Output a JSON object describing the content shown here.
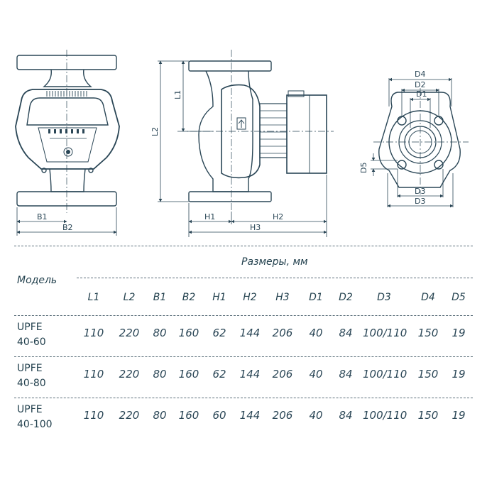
{
  "drawing": {
    "front": {
      "b1": "B1",
      "b2": "B2"
    },
    "side": {
      "l1": "L1",
      "l2": "L2",
      "h1": "H1",
      "h2": "H2",
      "h3": "H3"
    },
    "flange": {
      "d4": "D4",
      "d2": "D2",
      "d1": "D1",
      "d5": "D5",
      "d3_inner": "D3",
      "d3_outer": "D3"
    }
  },
  "table": {
    "title": "Размеры, мм",
    "model_header": "Модель",
    "columns": [
      "L1",
      "L2",
      "B1",
      "B2",
      "H1",
      "H2",
      "H3",
      "D1",
      "D2",
      "D3",
      "D4",
      "D5"
    ],
    "rows": [
      {
        "model_line1": "UPFE",
        "model_line2": "40-60",
        "values": [
          "110",
          "220",
          "80",
          "160",
          "62",
          "144",
          "206",
          "40",
          "84",
          "100/110",
          "150",
          "19"
        ]
      },
      {
        "model_line1": "UPFE",
        "model_line2": "40-80",
        "values": [
          "110",
          "220",
          "80",
          "160",
          "62",
          "144",
          "206",
          "40",
          "84",
          "100/110",
          "150",
          "19"
        ]
      },
      {
        "model_line1": "UPFE",
        "model_line2": "40-100",
        "values": [
          "110",
          "220",
          "80",
          "160",
          "60",
          "144",
          "206",
          "40",
          "84",
          "100/110",
          "150",
          "19"
        ]
      }
    ]
  }
}
